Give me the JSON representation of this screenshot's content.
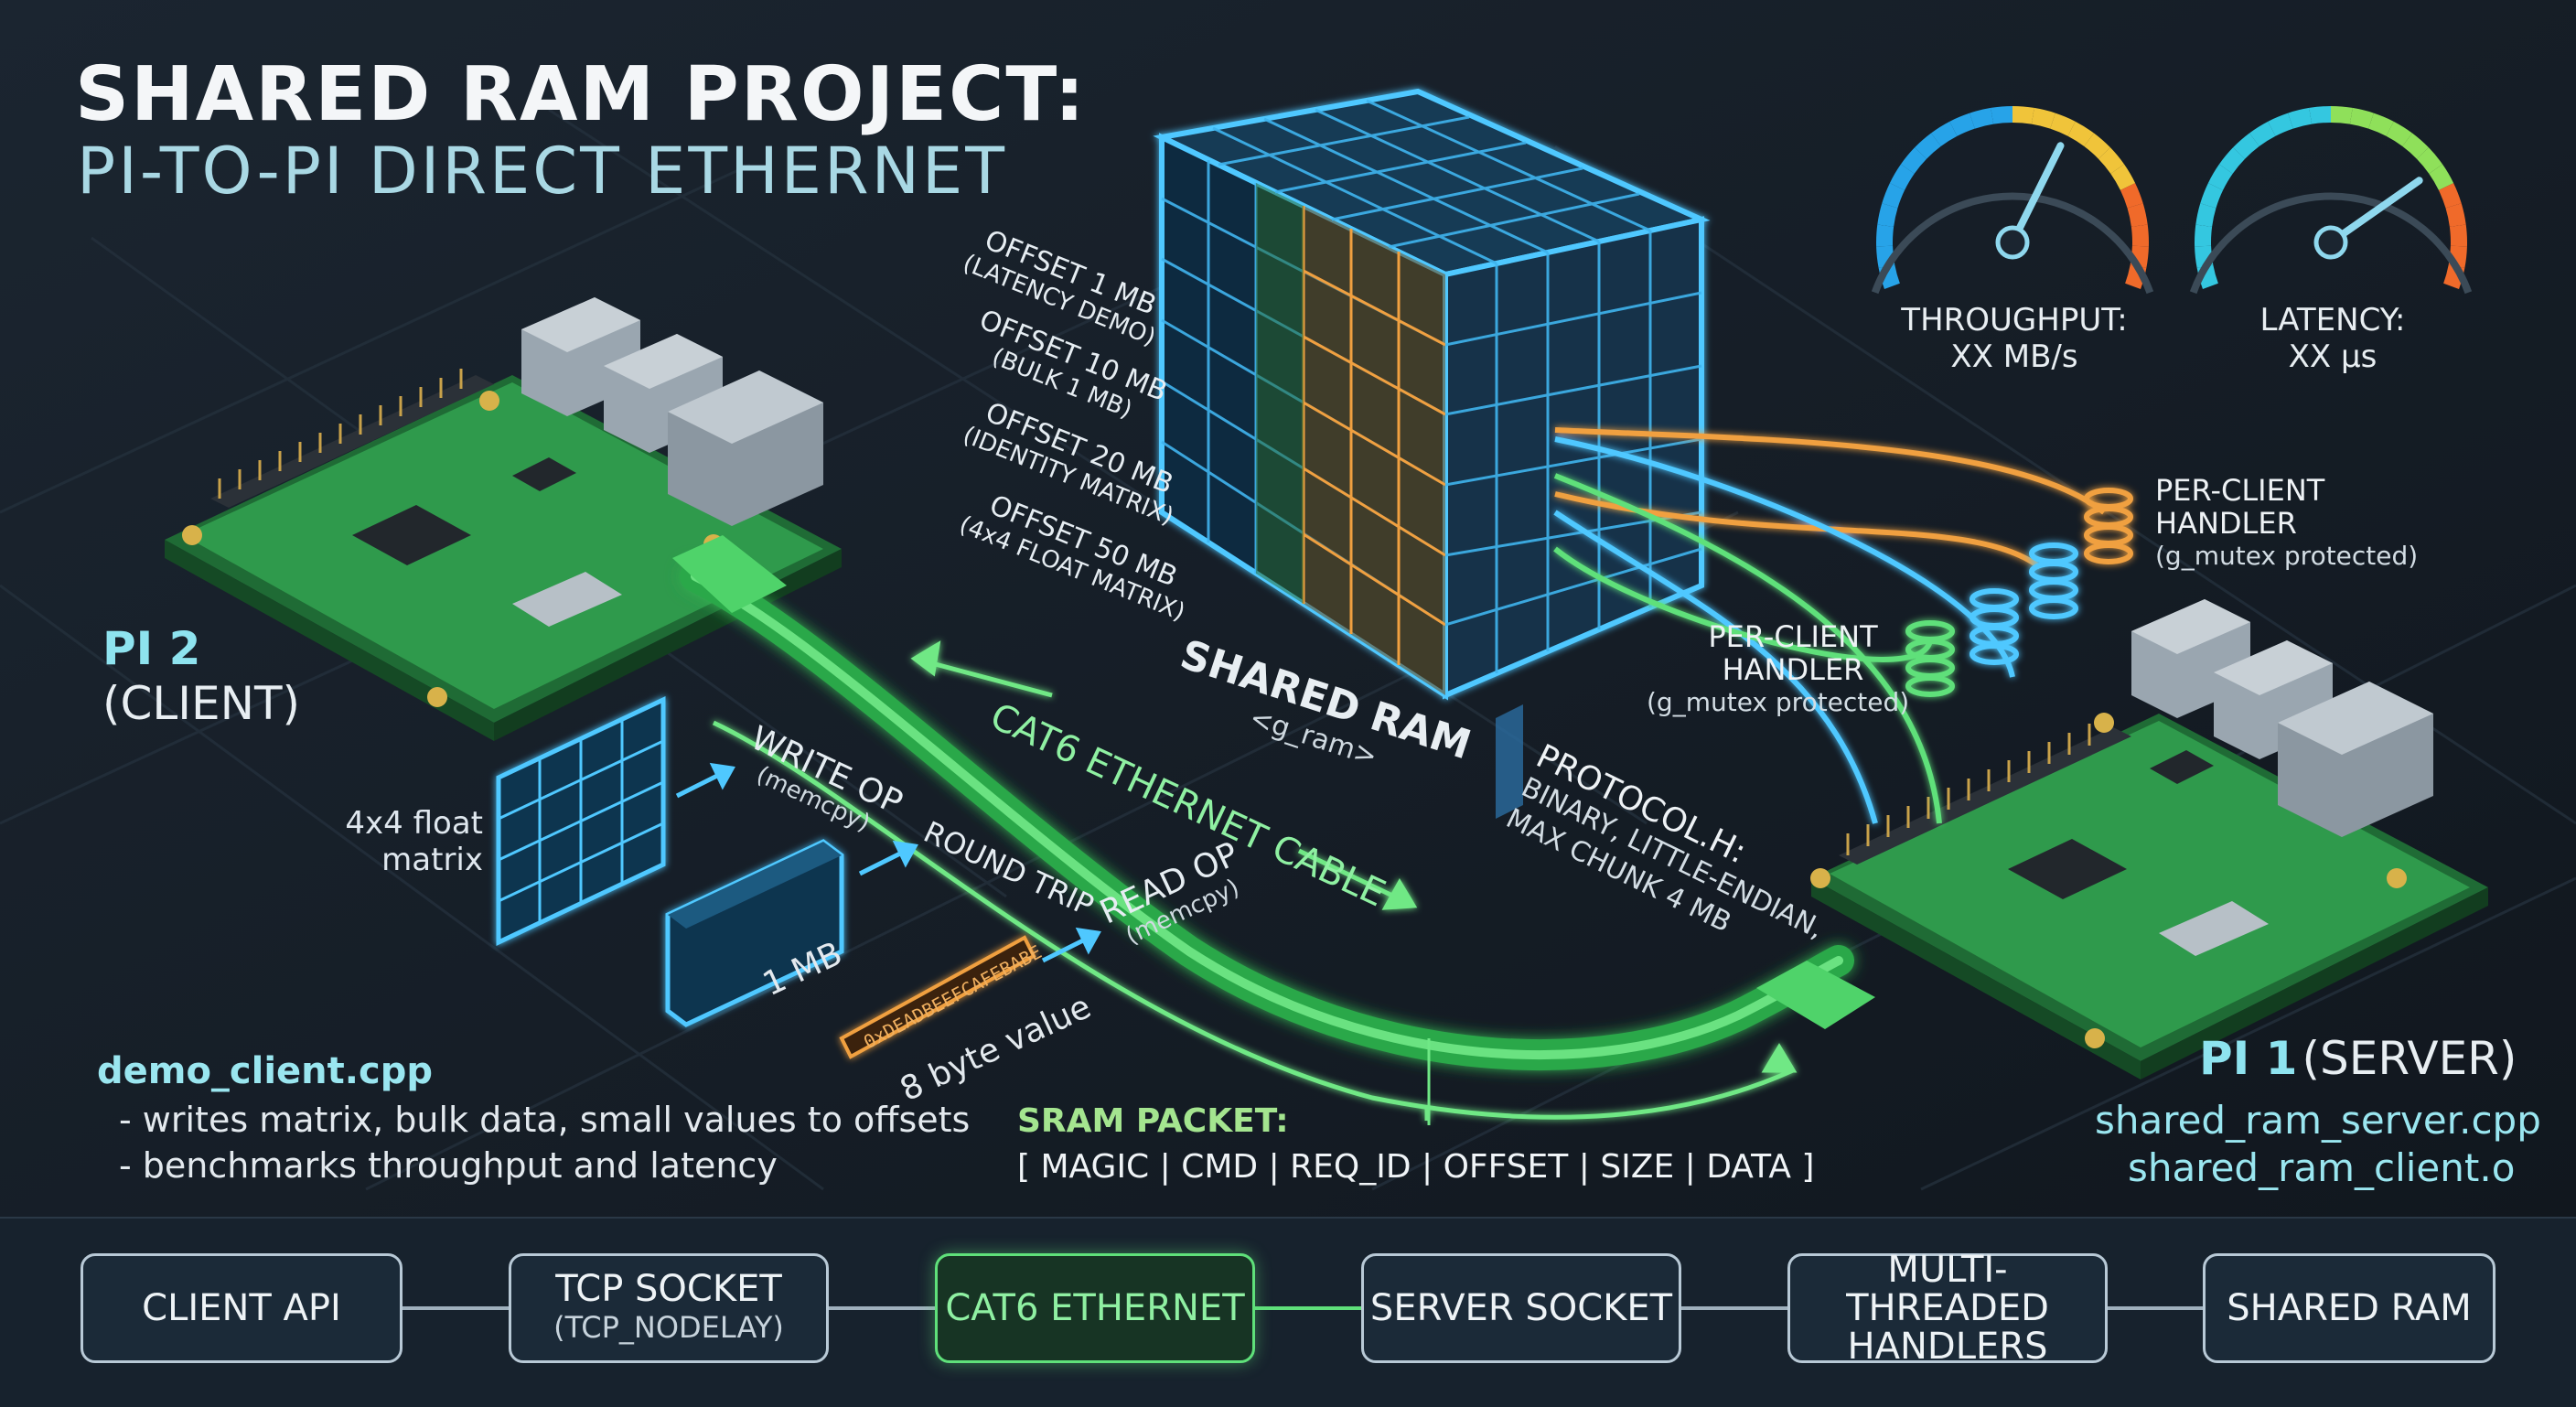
{
  "title": {
    "line1": "SHARED RAM PROJECT:",
    "line2": "PI-TO-PI DIRECT ETHERNET"
  },
  "pi2": {
    "name": "PI 2",
    "role": "(CLIENT)"
  },
  "pi1": {
    "name": "PI 1",
    "role": "(SERVER)",
    "files": [
      "shared_ram_server.cpp",
      "shared_ram_client.o"
    ]
  },
  "client_notes": {
    "file": "demo_client.cpp",
    "bullets": [
      "- writes matrix, bulk data, small values to offsets",
      "- benchmarks throughput and latency"
    ]
  },
  "shared_ram": {
    "label": "SHARED RAM",
    "sub": "<g_ram>"
  },
  "offsets": [
    {
      "label": "OFFSET 1 MB",
      "sub": "(LATENCY DEMO)"
    },
    {
      "label": "OFFSET 10 MB",
      "sub": "(BULK 1 MB)"
    },
    {
      "label": "OFFSET 20 MB",
      "sub": "(IDENTITY MATRIX)"
    },
    {
      "label": "OFFSET 50 MB",
      "sub": "(4x4 FLOAT MATRIX)"
    }
  ],
  "gauges": [
    {
      "label": "THROUGHPUT:",
      "value": "XX MB/s",
      "level": 0.62,
      "colors": [
        "#27a3e8",
        "#f0c43a",
        "#f06a2a"
      ]
    },
    {
      "label": "LATENCY:",
      "value": "XX µs",
      "level": 0.75,
      "colors": [
        "#34c7e0",
        "#8fe05a",
        "#f06a2a"
      ]
    }
  ],
  "handlers": [
    {
      "title": "PER-CLIENT HANDLER",
      "sub": "(g_mutex protected)"
    },
    {
      "title": "PER-CLIENT HANDLER",
      "sub": "(g_mutex protected)"
    }
  ],
  "protocol": {
    "title": "PROTOCOL.H:",
    "lines": [
      "BINARY, LITTLE-ENDIAN,",
      "MAX CHUNK 4 MB"
    ]
  },
  "cable": {
    "label": "CAT6 ETHERNET CABLE"
  },
  "ops": {
    "write": {
      "label": "WRITE OP",
      "sub": "(memcpy)"
    },
    "round_trip": "ROUND TRIP",
    "read": {
      "label": "READ OP",
      "sub": "(memcpy)"
    }
  },
  "data_items": {
    "matrix": "4x4 float matrix",
    "bulk": "1 MB",
    "value_hex": "0xDEADBEEFCAFEBABE",
    "value_label": "8 byte value"
  },
  "sram_packet": {
    "title": "SRAM PACKET:",
    "fields": "[ MAGIC | CMD | REQ_ID | OFFSET | SIZE | DATA ]"
  },
  "flow": [
    {
      "label": "CLIENT API",
      "sub": ""
    },
    {
      "label": "TCP SOCKET",
      "sub": "(TCP_NODELAY)"
    },
    {
      "label": "CAT6 ETHERNET",
      "sub": ""
    },
    {
      "label": "SERVER SOCKET",
      "sub": ""
    },
    {
      "label": "MULTI-THREADED",
      "sub": "HANDLERS"
    },
    {
      "label": "SHARED RAM",
      "sub": ""
    }
  ],
  "colors": {
    "background": "#141b23",
    "board": "#2f9a4c",
    "cable": "#5fe07a",
    "cube": "#3ab8f0",
    "cube_highlight": "#f0a040",
    "accent_text": "#8ee3ef"
  }
}
